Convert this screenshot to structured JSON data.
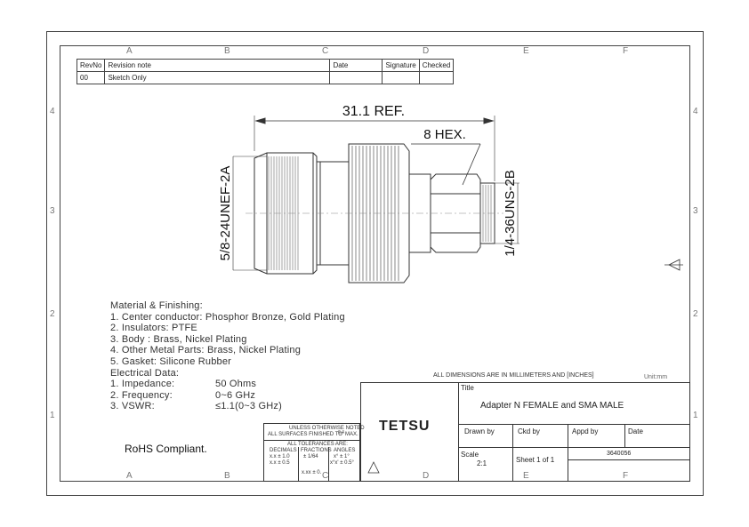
{
  "zones": {
    "columns": [
      "A",
      "B",
      "C",
      "D",
      "E",
      "F"
    ],
    "rows": [
      "4",
      "3",
      "2",
      "1"
    ]
  },
  "revision_table": {
    "headers": [
      "RevNo",
      "Revision note",
      "Date",
      "Signature",
      "Checked"
    ],
    "rows": [
      [
        "00",
        "Sketch Only",
        "",
        "",
        ""
      ]
    ]
  },
  "dimensions": {
    "overall_length": "31.1 REF.",
    "hex": "8 HEX.",
    "left_thread": "5/8-24UNEF-2A",
    "right_thread": "1/4-36UNS-2B"
  },
  "notes": {
    "heading": "Material & Finishing:",
    "materials": [
      "1. Center conductor: Phosphor Bronze, Gold Plating",
      "2. Insulators: PTFE",
      "3. Body : Brass, Nickel Plating",
      "4. Other Metal Parts: Brass, Nickel Plating",
      "5. Gasket: Silicone Rubber"
    ],
    "electrical_heading": "Electrical Data:",
    "electrical": [
      {
        "label": "1. Impedance:",
        "value": "50 Ohms"
      },
      {
        "label": "2. Frequency:",
        "value": "0~6 GHz"
      },
      {
        "label": "3. VSWR:",
        "value": "≤1.1(0~3 GHz)"
      }
    ]
  },
  "rohs": "RoHS Compliant.",
  "dim_note": "ALL DIMENSIONS ARE IN MILLIMETERS AND [INCHES]",
  "unit": "Unit:mm",
  "tolerance": {
    "line1": "UNLESS OTHERWISE NOTED",
    "line2": "ALL SURFACES FINISHED TO",
    "finish": "6.4",
    "line2_end": "MAX.",
    "line3": "ALL TOLERANCES ARE:",
    "col1": "DECIMALS",
    "col2": "FRACTIONS",
    "col3": "ANGLES",
    "d1": "x.x  ± 1.0",
    "d2": "x.x  ± 0.5",
    "d3": "x.xx  ± 0.",
    "f1": "± 1/64",
    "a1": "x°  ±  1°",
    "a2": "x°x'  ± 0.5°"
  },
  "title_block": {
    "company": "TETSU",
    "title_label": "Title",
    "title": "Adapter N FEMALE and SMA MALE",
    "drawn_by": "Drawn by",
    "ckd_by": "Ckd by",
    "appd_by": "Appd by",
    "date": "Date",
    "scale_label": "Scale",
    "scale": "2:1",
    "sheet": "Sheet 1 of 1",
    "drawing_no": "3640056"
  }
}
